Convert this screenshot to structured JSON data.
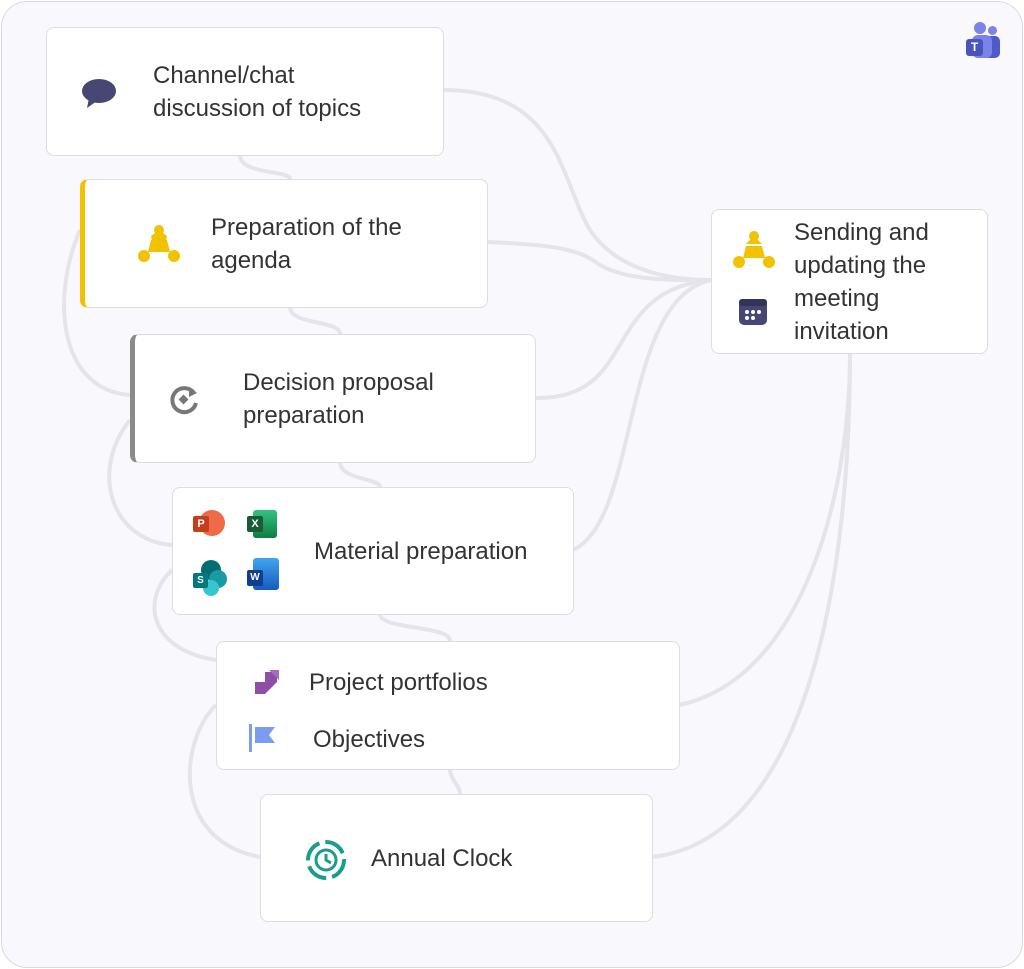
{
  "cards": {
    "channel": {
      "label_line1": "Channel/chat",
      "label_line2": "discussion of topics",
      "icon": "speech-bubble-icon"
    },
    "agenda": {
      "label_line1": "Preparation of the",
      "label_line2": "agenda",
      "icon": "hexagon-nodes-icon",
      "accent": "#f2c200"
    },
    "decision": {
      "label_line1": "Decision proposal",
      "label_line2": "preparation",
      "icon": "refresh-icon",
      "accent": "#8a8a8a"
    },
    "material": {
      "label": "Material preparation",
      "icons": [
        "powerpoint-icon",
        "excel-icon",
        "sharepoint-icon",
        "word-icon"
      ],
      "ppt": "P",
      "xls": "X",
      "sp": "S",
      "wd": "W"
    },
    "portfolio": {
      "label1": "Project portfolios",
      "label2": "Objectives",
      "icons": [
        "arrow-icon",
        "flag-icon"
      ]
    },
    "clock": {
      "label": "Annual Clock",
      "icon": "clock-icon"
    },
    "sending": {
      "lines": [
        "Sending and",
        "updating the",
        "meeting",
        "invitation"
      ],
      "icons": [
        "hexagon-nodes-icon",
        "calendar-icon"
      ]
    }
  },
  "logo": {
    "icon": "teams-icon",
    "letter": "T"
  }
}
